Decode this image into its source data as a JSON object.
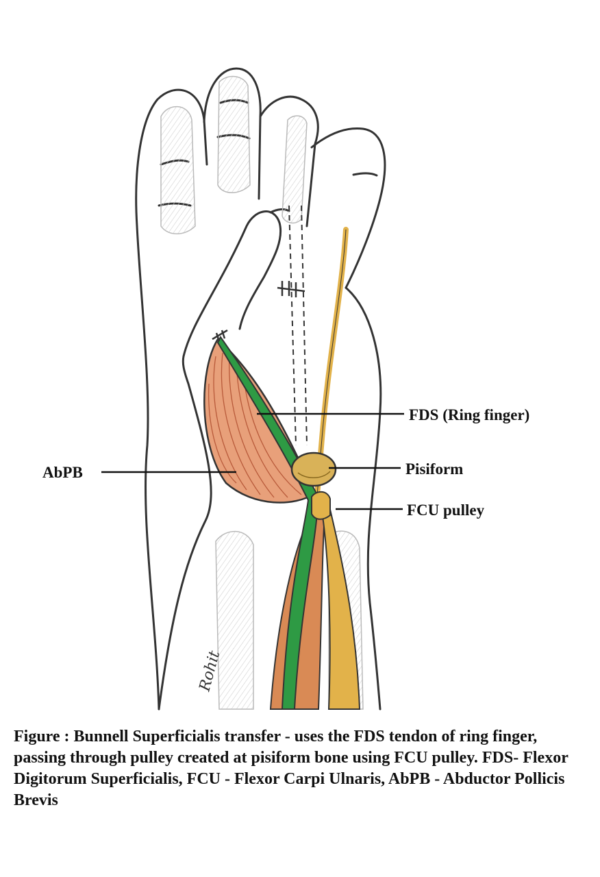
{
  "labels": {
    "fds": "FDS (Ring finger)",
    "pisiform": "Pisiform",
    "fcu_pulley": "FCU pulley",
    "abpb": "AbPB"
  },
  "signature": "Rohit",
  "caption": "Figure : Bunnell Superficialis transfer - uses the FDS tendon of ring finger, passing through pulley created at pisiform bone using FCU pulley. FDS- Flexor Digitorum Superficialis, FCU - Flexor Carpi Ulnaris, AbPB - Abductor Pollicis Brevis",
  "colors": {
    "outline": "#333333",
    "muscle": "#e8a07a",
    "muscle_fiber": "#b85a3a",
    "tendon_green": "#2e9a44",
    "tendon_yellow": "#e2b24a",
    "pisiform": "#d9b258",
    "bone_shadow": "#d6d6d6"
  }
}
